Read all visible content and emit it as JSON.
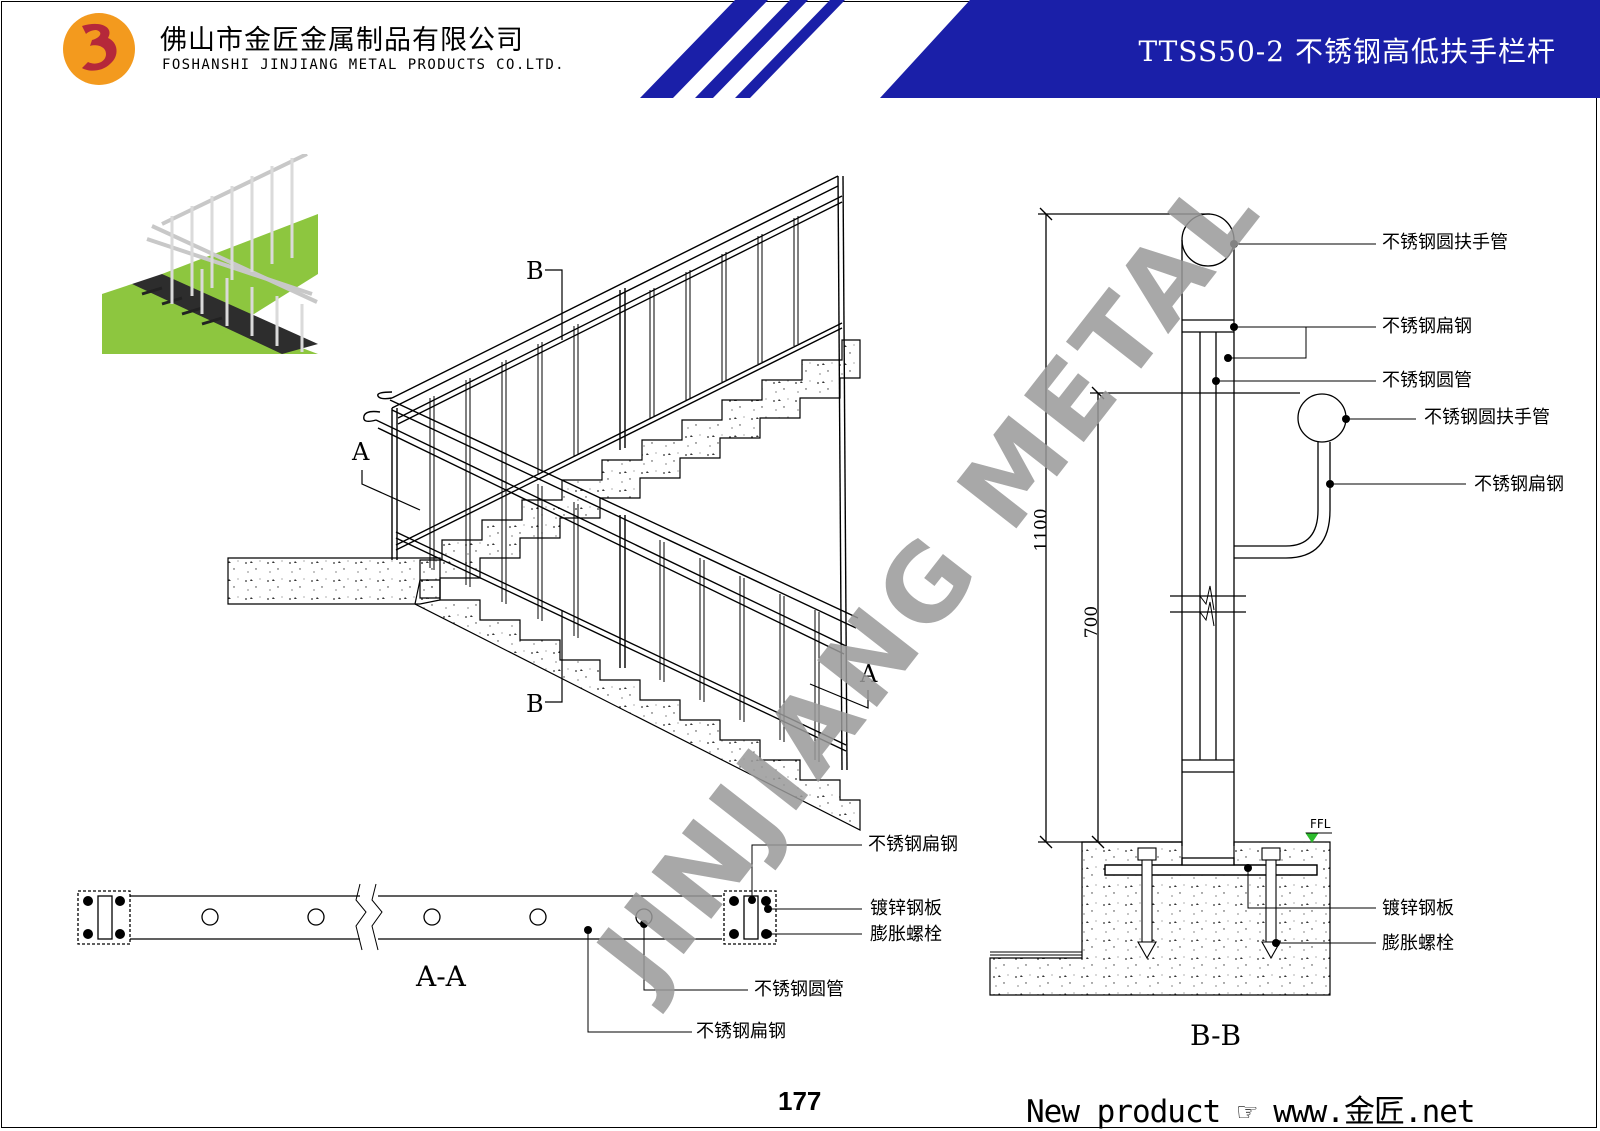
{
  "header": {
    "company_cn": "佛山市金匠金属制品有限公司",
    "company_en": "FOSHANSHI JINJIANG METAL PRODUCTS CO.LTD.",
    "title": "TTSS50-2 不锈钢高低扶手栏杆"
  },
  "colors": {
    "banner_blue": "#1a1fa8",
    "logo_orange": "#f39a1e",
    "logo_red": "#b5283a",
    "grass_green": "#8dc63f"
  },
  "watermark": "JINJIANG METAL",
  "elevation": {
    "section_markers": [
      "A",
      "A",
      "B",
      "B"
    ]
  },
  "section_bb": {
    "title": "B-B",
    "dims": {
      "overall": "1100",
      "lower": "700"
    },
    "ffl": "FFL",
    "labels": [
      "不锈钢圆扶手管",
      "不锈钢扁钢",
      "不锈钢圆管",
      "不锈钢圆扶手管",
      "不锈钢扁钢",
      "镀锌钢板",
      "膨胀螺栓"
    ]
  },
  "section_aa": {
    "title": "A-A",
    "labels": [
      "不锈钢扁钢",
      "镀锌钢板",
      "膨胀螺栓",
      "不锈钢圆管",
      "不锈钢扁钢"
    ]
  },
  "footer": {
    "page_number": "177",
    "text": "New product ☞ www.金匠.net"
  }
}
